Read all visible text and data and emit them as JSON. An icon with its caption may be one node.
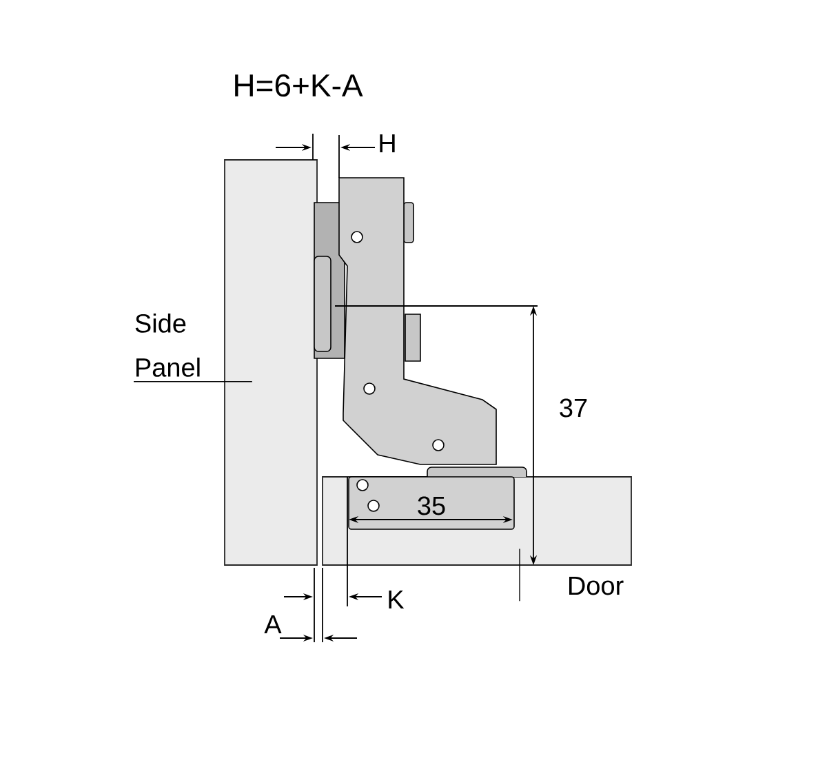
{
  "diagram": {
    "title": "H=6+K-A",
    "nodes": [
      {
        "text": [
          "Side Panel"
        ]
      },
      {
        "text": [],
        "shape": "box"
      },
      {
        "text": [
          "Door"
        ]
      },
      {
        "text": [],
        "shape": "box"
      }
    ],
    "edges": [
      {
        "from": 0,
        "to": 1,
        "arrow": "none"
      },
      {
        "from": 2,
        "to": 3,
        "arrow": "none"
      }
    ],
    "labels": [
      "H",
      "37",
      "35",
      "K",
      "A"
    ]
  }
}
